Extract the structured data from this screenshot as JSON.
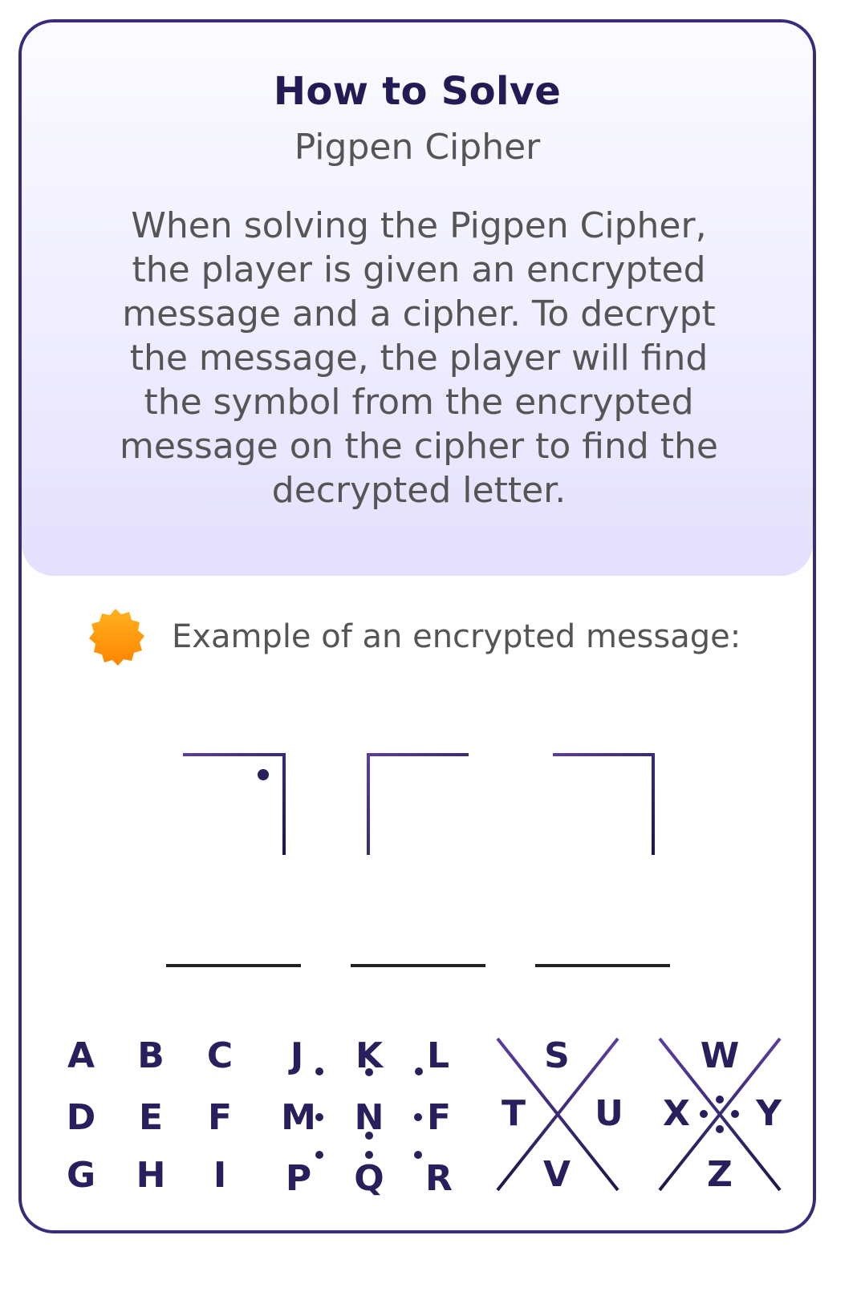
{
  "header": {
    "title": "How to Solve",
    "subtitle": "Pigpen Cipher",
    "description": "When solving the Pigpen Cipher, the player is given an encrypted message and a cipher. To decrypt the message, the player will find the symbol from the encrypted message on the cipher to find the decrypted letter."
  },
  "example": {
    "icon": "badge-star-icon",
    "label": "Example of an encrypted message:"
  },
  "encrypted_symbols": [
    {
      "name": "symbol-1",
      "dot": true
    },
    {
      "name": "symbol-2",
      "dot": false
    },
    {
      "name": "symbol-3",
      "dot": false
    }
  ],
  "answer_blanks": 3,
  "cipher_key": {
    "grid_plain": [
      "A",
      "B",
      "C",
      "D",
      "E",
      "F",
      "G",
      "H",
      "I"
    ],
    "grid_dotted": [
      "J",
      "K",
      "L",
      "M",
      "N",
      "F",
      "P",
      "Q",
      "R"
    ],
    "x_plain": [
      "S",
      "T",
      "U",
      "V"
    ],
    "x_dotted": [
      "W",
      "X",
      "Y",
      "Z"
    ]
  },
  "colors": {
    "accent": "#2a1f5c",
    "line_gradient_start": "#5a3d9e",
    "line_gradient_end": "#1e1848",
    "star": "#ff9a00",
    "text": "#555555",
    "title": "#231b54"
  }
}
